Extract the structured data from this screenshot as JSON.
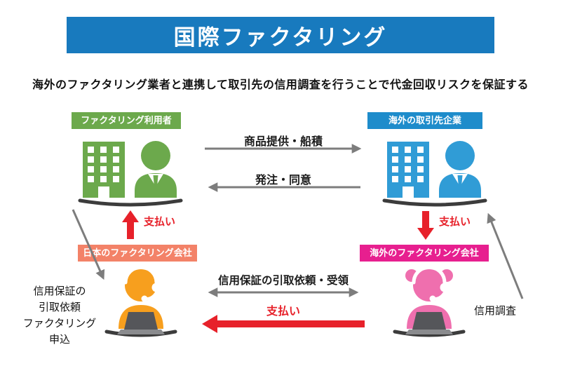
{
  "header": {
    "title": "国際ファクタリング"
  },
  "subtitle": "海外のファクタリング業者と連携して取引先の信用調査を行うことで代金回収リスクを保証する",
  "entities": {
    "user": {
      "label": "ファクタリング利用者"
    },
    "overseas_client": {
      "label": "海外の取引先企業"
    },
    "japan_factoring": {
      "label": "日本のファクタリング会社"
    },
    "overseas_factoring": {
      "label": "海外のファクタリング会社"
    }
  },
  "flows": {
    "goods": {
      "label": "商品提供・船積"
    },
    "order": {
      "label": "発注・同意"
    },
    "payment_user": {
      "label": "支払い"
    },
    "payment_client": {
      "label": "支払い"
    },
    "guarantee": {
      "label": "信用保証の引取依頼・受領"
    },
    "payment_between": {
      "label": "支払い"
    },
    "application": {
      "label": "信用保証の\n引取依頼\nファクタリング\n申込"
    },
    "credit_check": {
      "label": "信用調査"
    }
  },
  "colors": {
    "header": "#187abe",
    "green": "#6ca94c",
    "blue": "#309cd6",
    "label_blue": "#1e8ccb",
    "salmon": "#f38268",
    "magenta": "#e71f8f",
    "orange": "#f79f1e",
    "pink": "#ef6fae",
    "red": "#e7212a",
    "arrow_gray": "#7d7d7d",
    "text": "#111111"
  }
}
